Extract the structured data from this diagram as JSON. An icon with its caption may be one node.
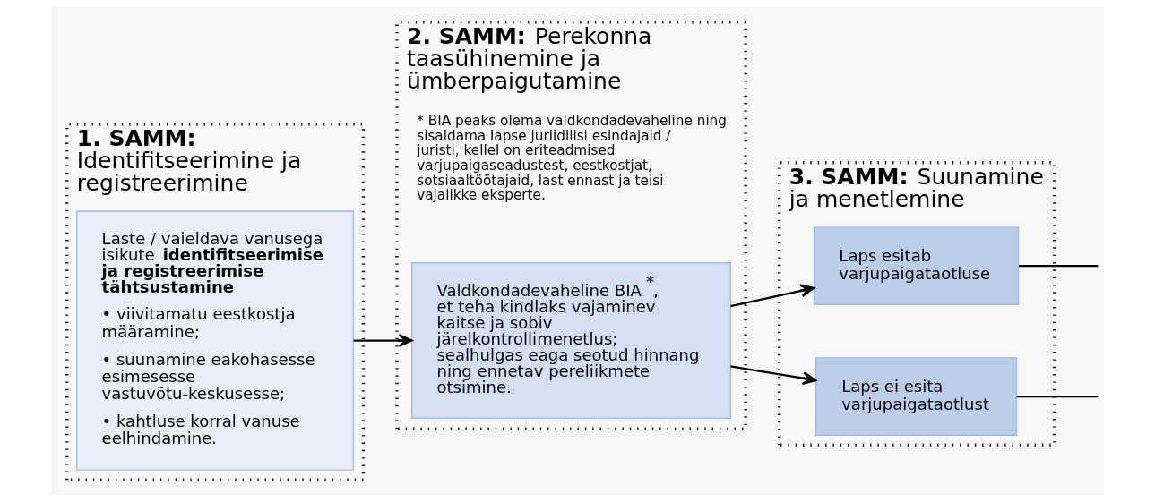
{
  "diagram": {
    "nodes": [
      {
        "text": [
          "**1. SAMM:** Identifitseerimine ja registreerimine"
        ]
      },
      {
        "text": [
          "Laste / vaieldava vanusega isikute **identifitseerimise ja registreerimise tähtsustamine**",
          "• viivitamatu eestkostja määramine;",
          "• suunamine eakohasesse esimesesse vastuvõtu-keskusesse;",
          "• kahtluse korral vanuse eelhindamine."
        ],
        "in": 0
      },
      {
        "text": [
          "**2. SAMM:** Perekonna taasühinemine ja ümberpaigutamine"
        ]
      },
      {
        "text": [
          "Valdkondadevaheline BIA$^{*}$, et teha kindlaks vajaminev kaitse ja sobiv järelkontrollimenetlus; sealhulgas eaga seotud hinnang ning ennetav pereliikmete otsimine."
        ],
        "in": 2
      },
      {
        "text": [
          "**3. SAMM:** Suunamine ja menetlemine"
        ]
      },
      {
        "text": [
          "Laps esitab varjupaigataotluse"
        ],
        "in": 4
      },
      {
        "text": [
          "Laps ei esita varjupaigataotlust"
        ],
        "in": 4
      }
    ],
    "edges": [
      {
        "from": 1,
        "to": 3,
        "arrow": "to"
      },
      {
        "from": 3,
        "to": 5,
        "arrow": "to"
      },
      {
        "from": 3,
        "to": 6,
        "arrow": "to"
      },
      {
        "from": 5,
        "to": null,
        "arrow": "none"
      },
      {
        "from": 6,
        "to": null,
        "arrow": "none"
      }
    ],
    "labels": [
      "* BIA peaks olema valdkondadevaheline ning sisaldama lapse juriidilisi esindajaid / juristi, kellel on eriteadmised varjupaigaseadustest, eestkostjat, sotsiaaltöötajaid, last ennast ja teisi vajalikke eksperte."
    ]
  }
}
